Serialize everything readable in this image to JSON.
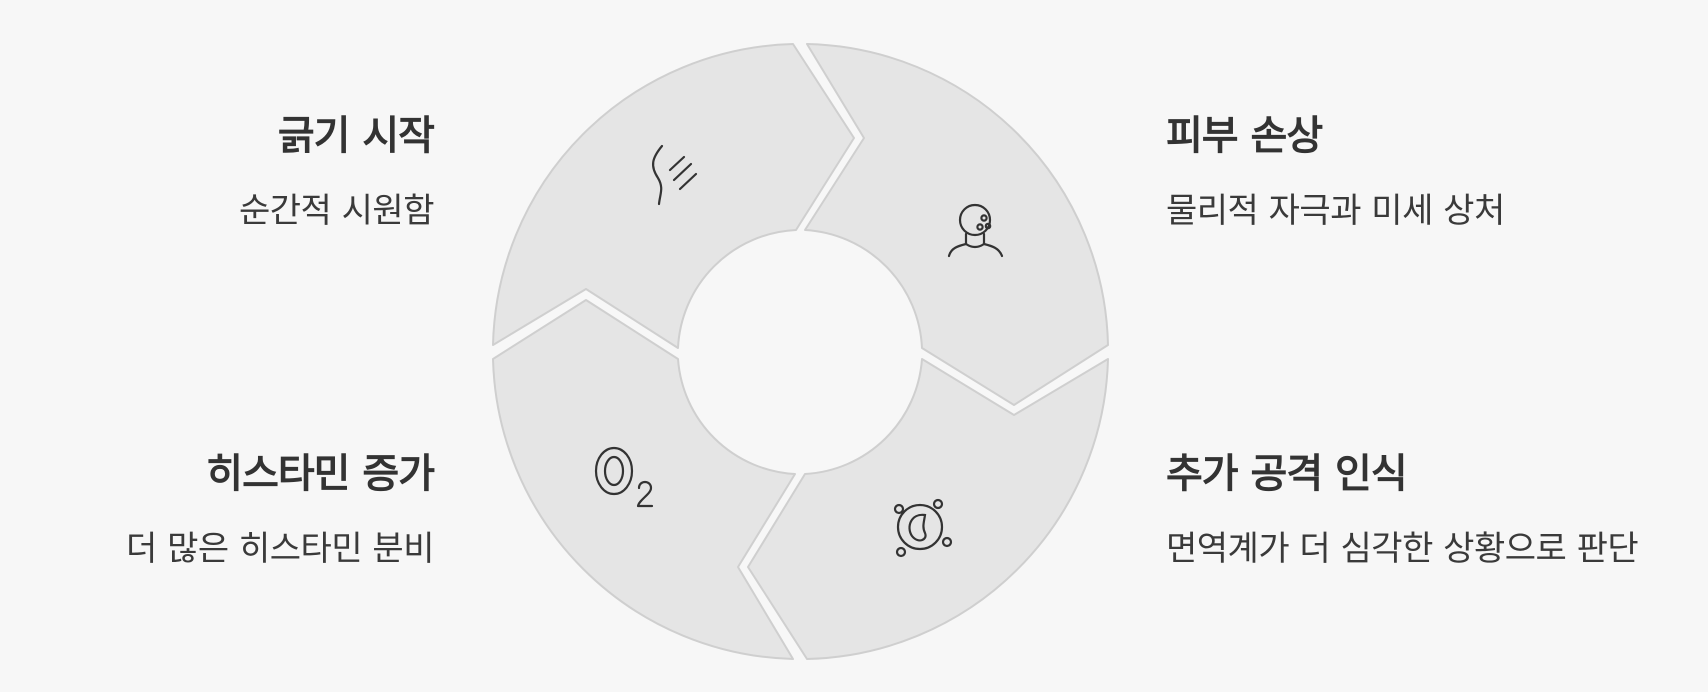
{
  "cycle": {
    "steps": [
      {
        "id": "scratch-start",
        "title": "긁기 시작",
        "description": "순간적 시원함",
        "icon": "scratch-marks-icon",
        "position": "top-left"
      },
      {
        "id": "skin-damage",
        "title": "피부 손상",
        "description": "물리적 자극과 미세 상처",
        "icon": "irritated-face-icon",
        "position": "top-right"
      },
      {
        "id": "attack-recognition",
        "title": "추가 공격 인식",
        "description": "면역계가 더 심각한 상황으로 판단",
        "icon": "immune-cell-icon",
        "position": "bottom-right"
      },
      {
        "id": "histamine-increase",
        "title": "히스타민 증가",
        "description": "더 많은 히스타민 분비",
        "icon": "o2-molecule-icon",
        "position": "bottom-left"
      }
    ]
  },
  "colors": {
    "background": "#f7f7f7",
    "segment_fill": "#e5e5e5",
    "segment_stroke": "#cfcfcf",
    "icon_stroke": "#333333",
    "text": "#333333"
  }
}
